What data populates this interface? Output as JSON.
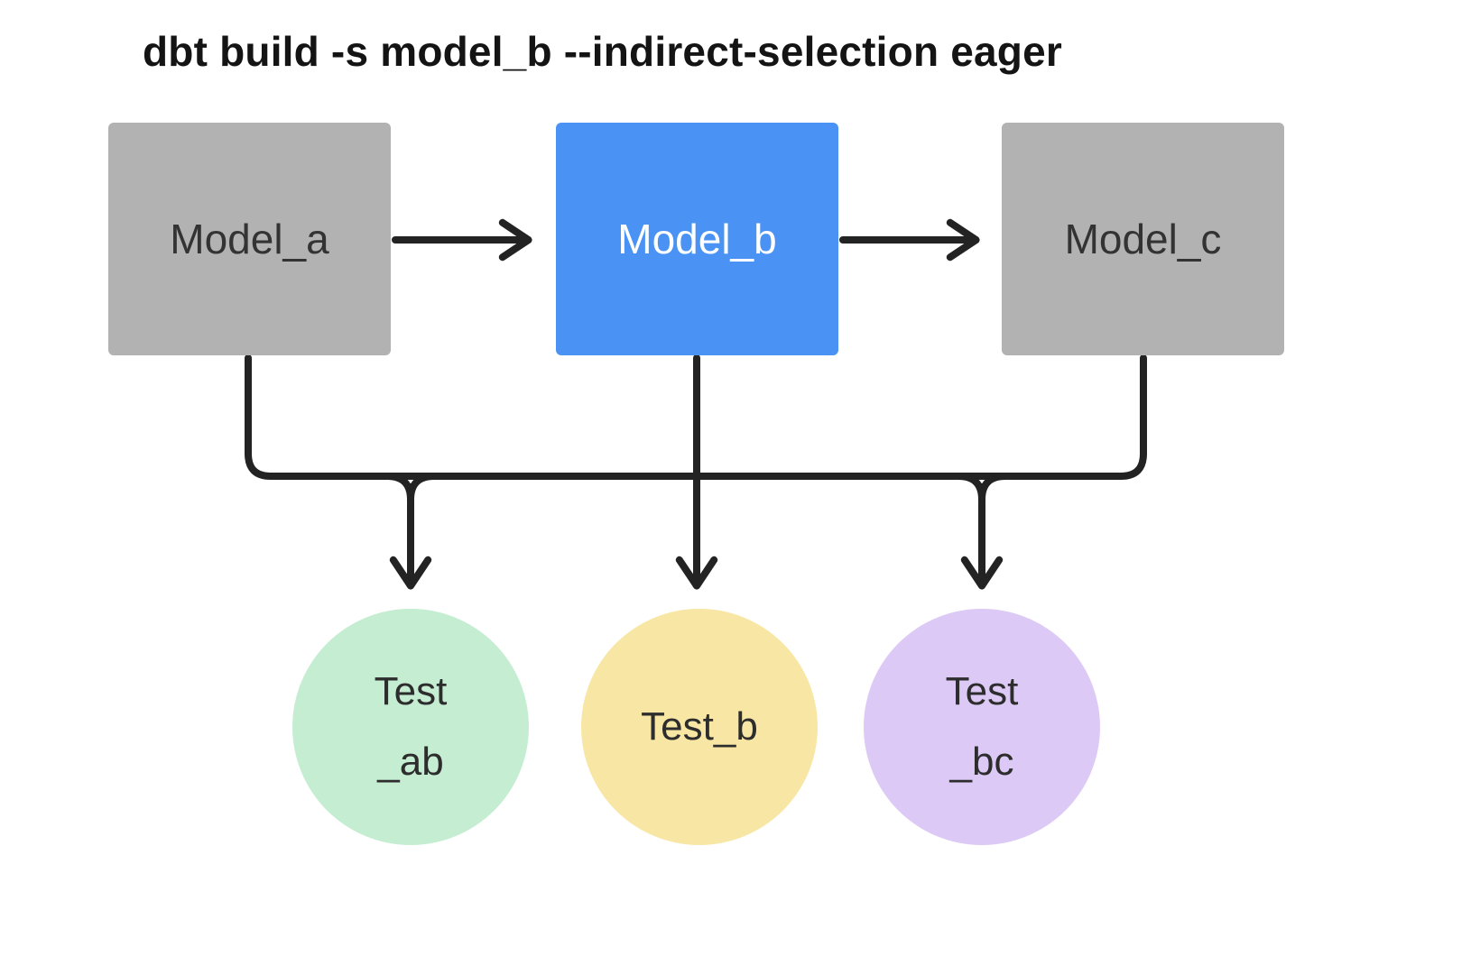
{
  "title": "dbt build -s model_b --indirect-selection eager",
  "nodes": {
    "model_a": {
      "label": "Model_a",
      "shape": "rect",
      "color": "#b2b2b2",
      "text_color": "#333333"
    },
    "model_b": {
      "label": "Model_b",
      "shape": "rect",
      "color": "#4a93f5",
      "text_color": "#ffffff"
    },
    "model_c": {
      "label": "Model_c",
      "shape": "rect",
      "color": "#b2b2b2",
      "text_color": "#333333"
    },
    "test_ab": {
      "line1": "Test",
      "line2": "_ab",
      "shape": "circle",
      "color": "#c4edd1"
    },
    "test_b": {
      "line1": "Test_b",
      "line2": "",
      "shape": "circle",
      "color": "#f8e7a4"
    },
    "test_bc": {
      "line1": "Test",
      "line2": "_bc",
      "shape": "circle",
      "color": "#ddc9f6"
    }
  },
  "edges": [
    {
      "from": "model_a",
      "to": "model_b"
    },
    {
      "from": "model_b",
      "to": "model_c"
    },
    {
      "from": "model_a",
      "to": "test_ab"
    },
    {
      "from": "model_b",
      "to": "test_ab"
    },
    {
      "from": "model_b",
      "to": "test_b"
    },
    {
      "from": "model_b",
      "to": "test_bc"
    },
    {
      "from": "model_c",
      "to": "test_bc"
    }
  ],
  "style": {
    "line_color": "#232323",
    "background": "#ffffff",
    "title_color": "#141414"
  }
}
